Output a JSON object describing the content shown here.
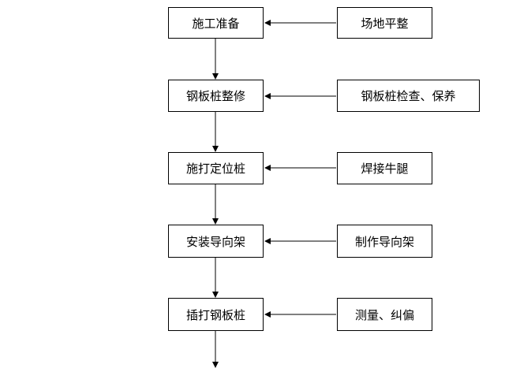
{
  "diagram": {
    "main_steps": [
      "施工准备",
      "钢板桩整修",
      "施打定位桩",
      "安装导向架",
      "插打钢板桩"
    ],
    "side_inputs": [
      "场地平整",
      "钢板桩检查、保养",
      "焊接牛腿",
      "制作导向架",
      "测量、纠偏"
    ],
    "line_color": "#000000"
  }
}
